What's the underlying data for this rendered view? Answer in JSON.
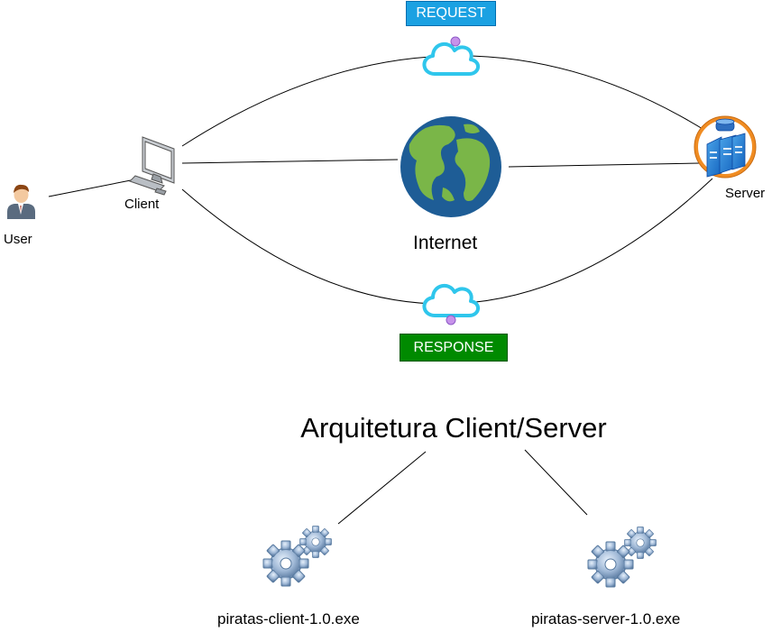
{
  "nodes": {
    "user": "User",
    "client": "Client",
    "server": "Server",
    "internet": "Internet"
  },
  "badges": {
    "request": "REQUEST",
    "response": "RESPONSE"
  },
  "title": "Arquitetura Client/Server",
  "executables": {
    "client": "piratas-client-1.0.exe",
    "server": "piratas-server-1.0.exe"
  },
  "icons": [
    "user-icon",
    "monitor-icon",
    "globe-icon",
    "server-icon",
    "cloud-icon",
    "gears-icon"
  ],
  "colors": {
    "request_badge": "#1ba1e2",
    "response_badge": "#008a00",
    "globe_ocean": "#1e5d96",
    "globe_land": "#7ab648",
    "cloud_stroke": "#2fc6ec",
    "server_ring": "#f08c22"
  }
}
